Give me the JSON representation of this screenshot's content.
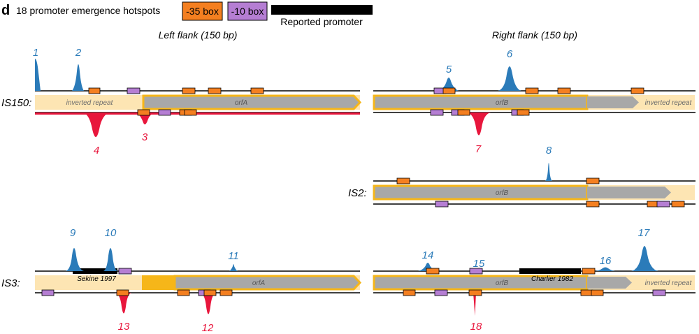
{
  "header": {
    "panel_letter": "d",
    "title": "18 promoter emergence hotspots"
  },
  "legend": {
    "box35": {
      "label": "-35 box",
      "color": "#f47f20"
    },
    "box10": {
      "label": "-10 box",
      "color": "#b57ed3"
    },
    "reported": {
      "label": "Reported promoter",
      "color": "#000000"
    }
  },
  "flanks": {
    "left": "Left flank (150 bp)",
    "right": "Right flank (150 bp)"
  },
  "colors": {
    "peak_up": "#2b7bb9",
    "peak_down": "#e8163c",
    "repeat_bg": "#fde5b3",
    "gene_outline": "#f6b619",
    "gene_arrow": "#a8a8a8"
  },
  "elements": {
    "is150": {
      "name": "IS150:",
      "repeat": "inverted repeat",
      "gene_left": "orfA",
      "gene_right": "orfB",
      "repeat_right": "inverted repeat"
    },
    "is2": {
      "name": "IS2:",
      "gene": "orfB"
    },
    "is3": {
      "name": "IS3:",
      "gene_left": "orfA",
      "gene_right": "orfB",
      "repeat_right": "inverted repeat",
      "promoter_left": "Sekine 1997",
      "promoter_right": "Charlier 1982"
    }
  },
  "hotspots": [
    "1",
    "2",
    "3",
    "4",
    "5",
    "6",
    "7",
    "8",
    "9",
    "10",
    "11",
    "12",
    "13",
    "14",
    "15",
    "16",
    "17",
    "18"
  ]
}
